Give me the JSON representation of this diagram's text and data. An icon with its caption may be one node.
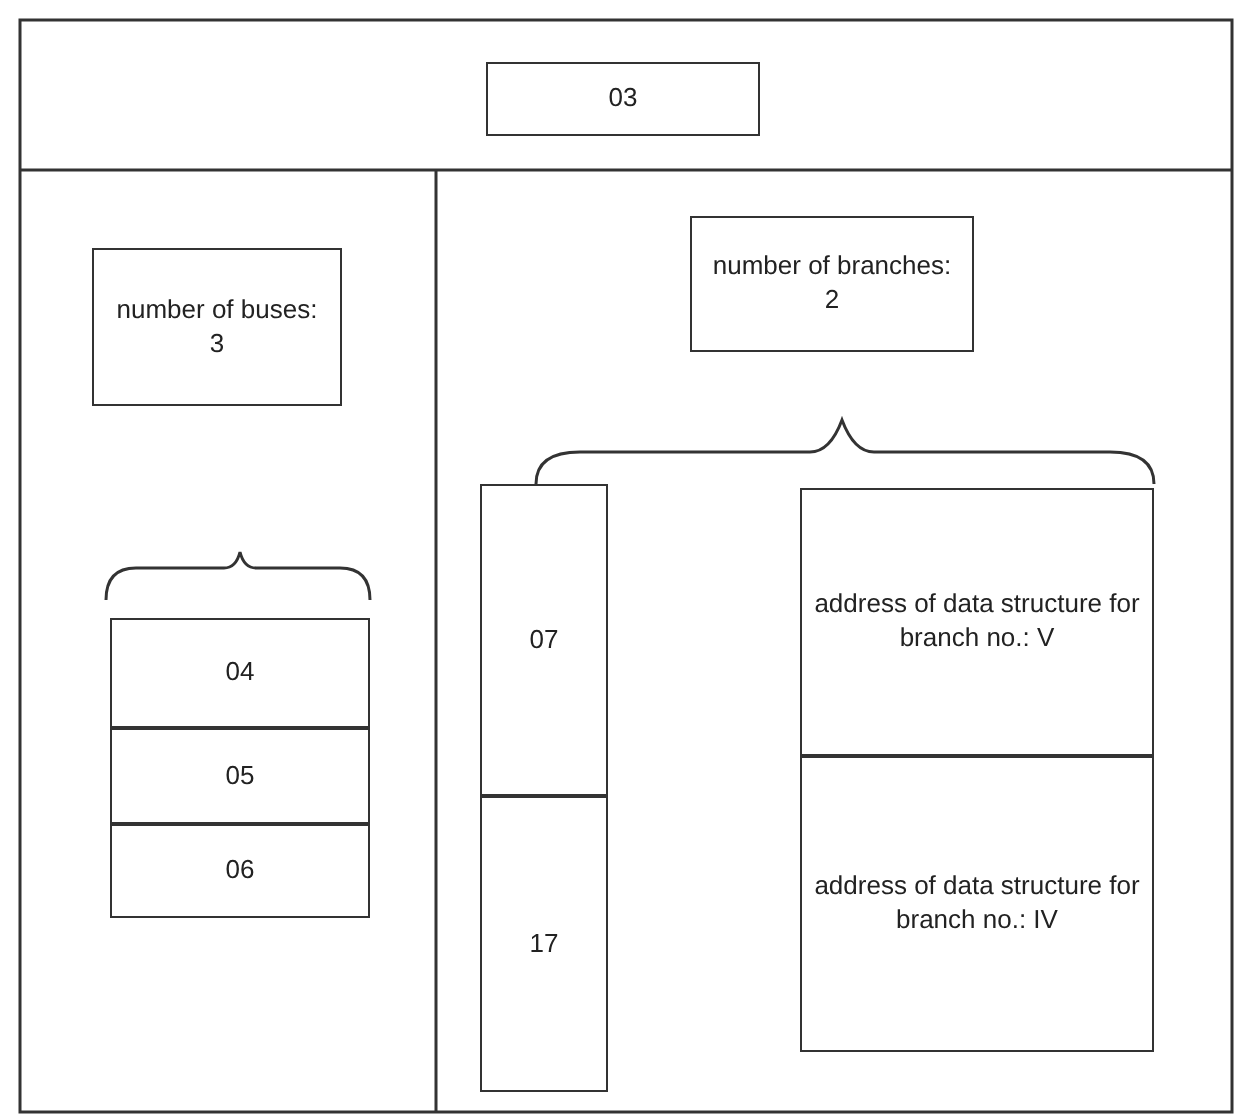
{
  "diagram": {
    "nodes": [
      {
        "text": [
          "03"
        ]
      },
      {
        "text": [
          "number of buses: 3"
        ]
      },
      {
        "text": [
          "04"
        ]
      },
      {
        "text": [
          "05"
        ]
      },
      {
        "text": [
          "06"
        ]
      },
      {
        "text": [
          "number of branches: 2"
        ]
      },
      {
        "text": [
          "07"
        ]
      },
      {
        "text": [
          "17"
        ]
      },
      {
        "text": [
          "address of data structure for branch no.: V"
        ]
      },
      {
        "text": [
          "address of data structure for branch no.: IV"
        ]
      }
    ]
  }
}
